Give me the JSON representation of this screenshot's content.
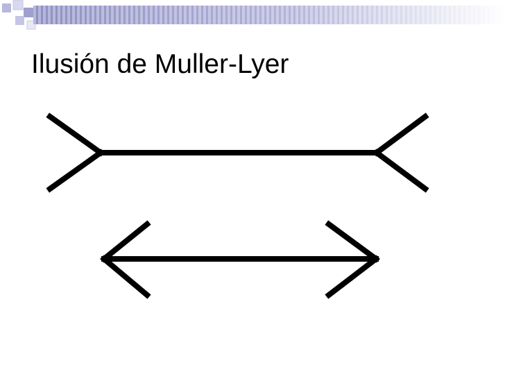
{
  "slide": {
    "title": "Ilusión de Muller-Lyer"
  },
  "colors": {
    "accent": "#8f90c4",
    "accent_light": "#ffffff",
    "square_dark": "#a9aad6",
    "square_light": "#d9daee",
    "figure_stroke": "#000000"
  },
  "figures": [
    {
      "name": "outward-fins-line",
      "fin_direction": "outward"
    },
    {
      "name": "inward-arrowheads-line",
      "fin_direction": "inward"
    }
  ]
}
